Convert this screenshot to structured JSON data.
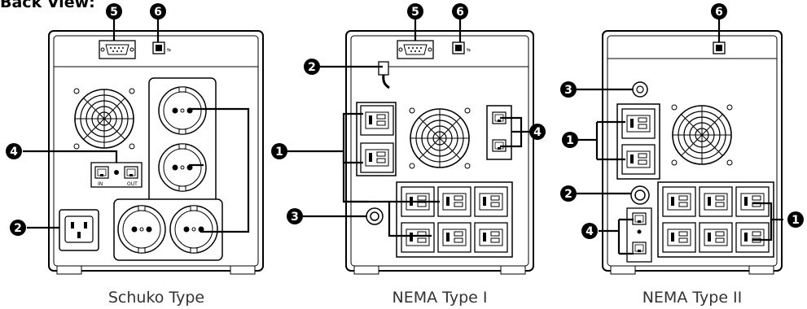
{
  "heading": "Back View:",
  "callouts": [
    "1",
    "2",
    "3",
    "4",
    "5",
    "6"
  ],
  "port_labels": {
    "in": "IN",
    "out": "OUT"
  },
  "captions": {
    "schuko": "Schuko Type",
    "nema1": "NEMA Type I",
    "nema2": "NEMA Type II"
  }
}
